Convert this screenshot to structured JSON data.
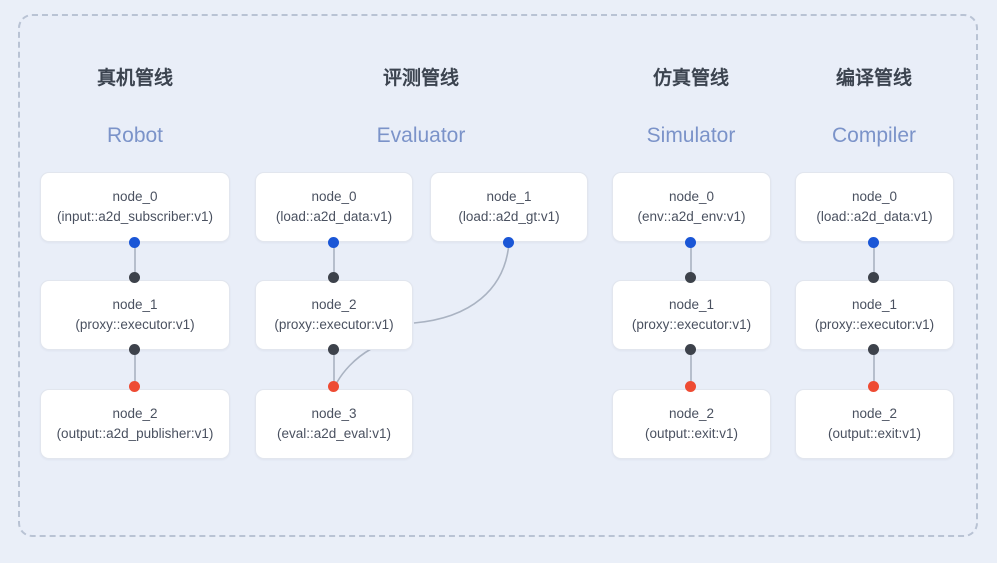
{
  "diagram": {
    "background_color": "#eaeff8",
    "frame_border_color": "#b9c3d4",
    "port_colors": {
      "input": "#1a56d6",
      "middle": "#3d424b",
      "output": "#ee4b33"
    },
    "edge_color": "#aab3c2"
  },
  "columns": [
    {
      "id": "robot",
      "title_cn": "真机管线",
      "title_en": "Robot",
      "nodes": [
        {
          "name": "node_0",
          "sub": "(input::a2d_subscriber:v1)"
        },
        {
          "name": "node_1",
          "sub": "(proxy::executor:v1)"
        },
        {
          "name": "node_2",
          "sub": "(output::a2d_publisher:v1)"
        }
      ]
    },
    {
      "id": "evaluator",
      "title_cn": "评测管线",
      "title_en": "Evaluator",
      "nodes": [
        {
          "name": "node_0",
          "sub": "(load::a2d_data:v1)"
        },
        {
          "name": "node_1",
          "sub": "(load::a2d_gt:v1)"
        },
        {
          "name": "node_2",
          "sub": "(proxy::executor:v1)"
        },
        {
          "name": "node_3",
          "sub": "(eval::a2d_eval:v1)"
        }
      ]
    },
    {
      "id": "simulator",
      "title_cn": "仿真管线",
      "title_en": "Simulator",
      "nodes": [
        {
          "name": "node_0",
          "sub": "(env::a2d_env:v1)"
        },
        {
          "name": "node_1",
          "sub": "(proxy::executor:v1)"
        },
        {
          "name": "node_2",
          "sub": "(output::exit:v1)"
        }
      ]
    },
    {
      "id": "compiler",
      "title_cn": "编译管线",
      "title_en": "Compiler",
      "nodes": [
        {
          "name": "node_0",
          "sub": "(load::a2d_data:v1)"
        },
        {
          "name": "node_1",
          "sub": "(proxy::executor:v1)"
        },
        {
          "name": "node_2",
          "sub": "(output::exit:v1)"
        }
      ]
    }
  ]
}
